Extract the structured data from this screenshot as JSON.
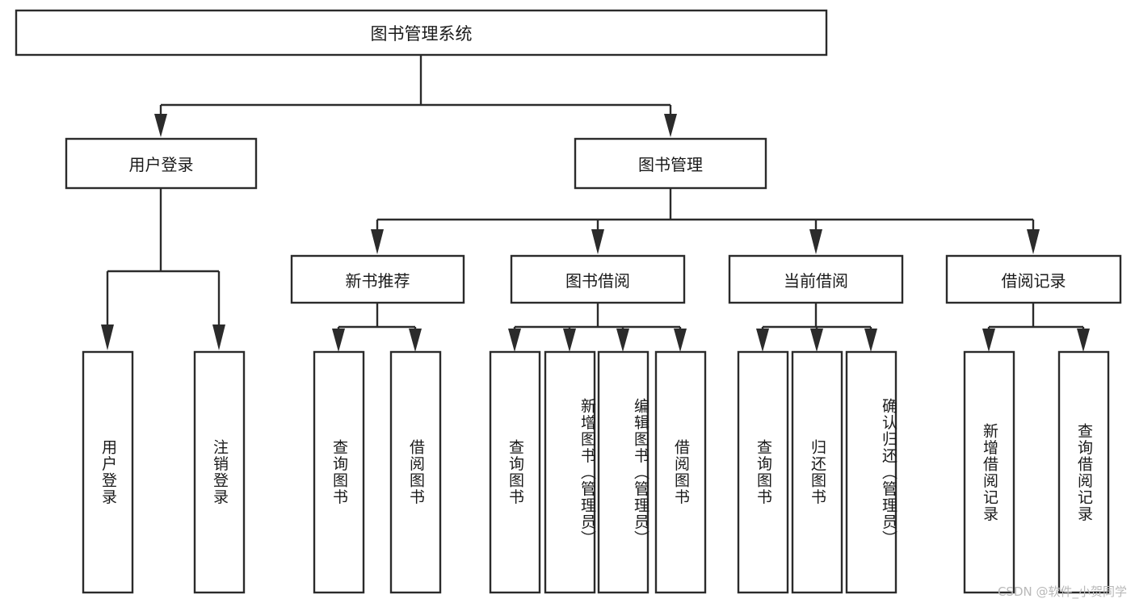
{
  "diagram": {
    "type": "tree",
    "title": "图书管理系统",
    "watermark": "CSDN @软件_小贺同学",
    "root": {
      "id": "root",
      "label": "图书管理系统",
      "orientation": "horizontal"
    },
    "level2": [
      {
        "id": "user-login",
        "label": "用户登录",
        "orientation": "horizontal"
      },
      {
        "id": "book-manage",
        "label": "图书管理",
        "orientation": "horizontal"
      }
    ],
    "level3": [
      {
        "id": "new-book-recommend",
        "label": "新书推荐",
        "orientation": "horizontal",
        "parent": "book-manage"
      },
      {
        "id": "book-borrow",
        "label": "图书借阅",
        "orientation": "horizontal",
        "parent": "book-manage"
      },
      {
        "id": "current-borrow",
        "label": "当前借阅",
        "orientation": "horizontal",
        "parent": "book-manage"
      },
      {
        "id": "borrow-record",
        "label": "借阅记录",
        "orientation": "horizontal",
        "parent": "book-manage"
      }
    ],
    "leaves": [
      {
        "id": "leaf-user-login",
        "label": "用户登录",
        "parent": "user-login",
        "orientation": "vertical"
      },
      {
        "id": "leaf-logout",
        "label": "注销登录",
        "parent": "user-login",
        "orientation": "vertical"
      },
      {
        "id": "leaf-query-book-1",
        "label": "查询图书",
        "parent": "new-book-recommend",
        "orientation": "vertical"
      },
      {
        "id": "leaf-borrow-book-1",
        "label": "借阅图书",
        "parent": "new-book-recommend",
        "orientation": "vertical"
      },
      {
        "id": "leaf-query-book-2",
        "label": "查询图书",
        "parent": "book-borrow",
        "orientation": "vertical"
      },
      {
        "id": "leaf-add-book",
        "label": "新增图书（管理员）",
        "parent": "book-borrow",
        "orientation": "vertical"
      },
      {
        "id": "leaf-edit-book",
        "label": "编辑图书（管理员）",
        "parent": "book-borrow",
        "orientation": "vertical"
      },
      {
        "id": "leaf-borrow-book-2",
        "label": "借阅图书",
        "parent": "book-borrow",
        "orientation": "vertical"
      },
      {
        "id": "leaf-query-book-3",
        "label": "查询图书",
        "parent": "current-borrow",
        "orientation": "vertical"
      },
      {
        "id": "leaf-return-book",
        "label": "归还图书",
        "parent": "current-borrow",
        "orientation": "vertical"
      },
      {
        "id": "leaf-confirm-return",
        "label": "确认归还（管理员）",
        "parent": "current-borrow",
        "orientation": "vertical"
      },
      {
        "id": "leaf-add-record",
        "label": "新增借阅记录",
        "parent": "borrow-record",
        "orientation": "vertical"
      },
      {
        "id": "leaf-query-record",
        "label": "查询借阅记录",
        "parent": "borrow-record",
        "orientation": "vertical"
      }
    ],
    "colors": {
      "stroke": "#2b2b2b",
      "fill": "#ffffff",
      "text": "#1a1a1a",
      "watermark": "#b9b9b9"
    }
  }
}
